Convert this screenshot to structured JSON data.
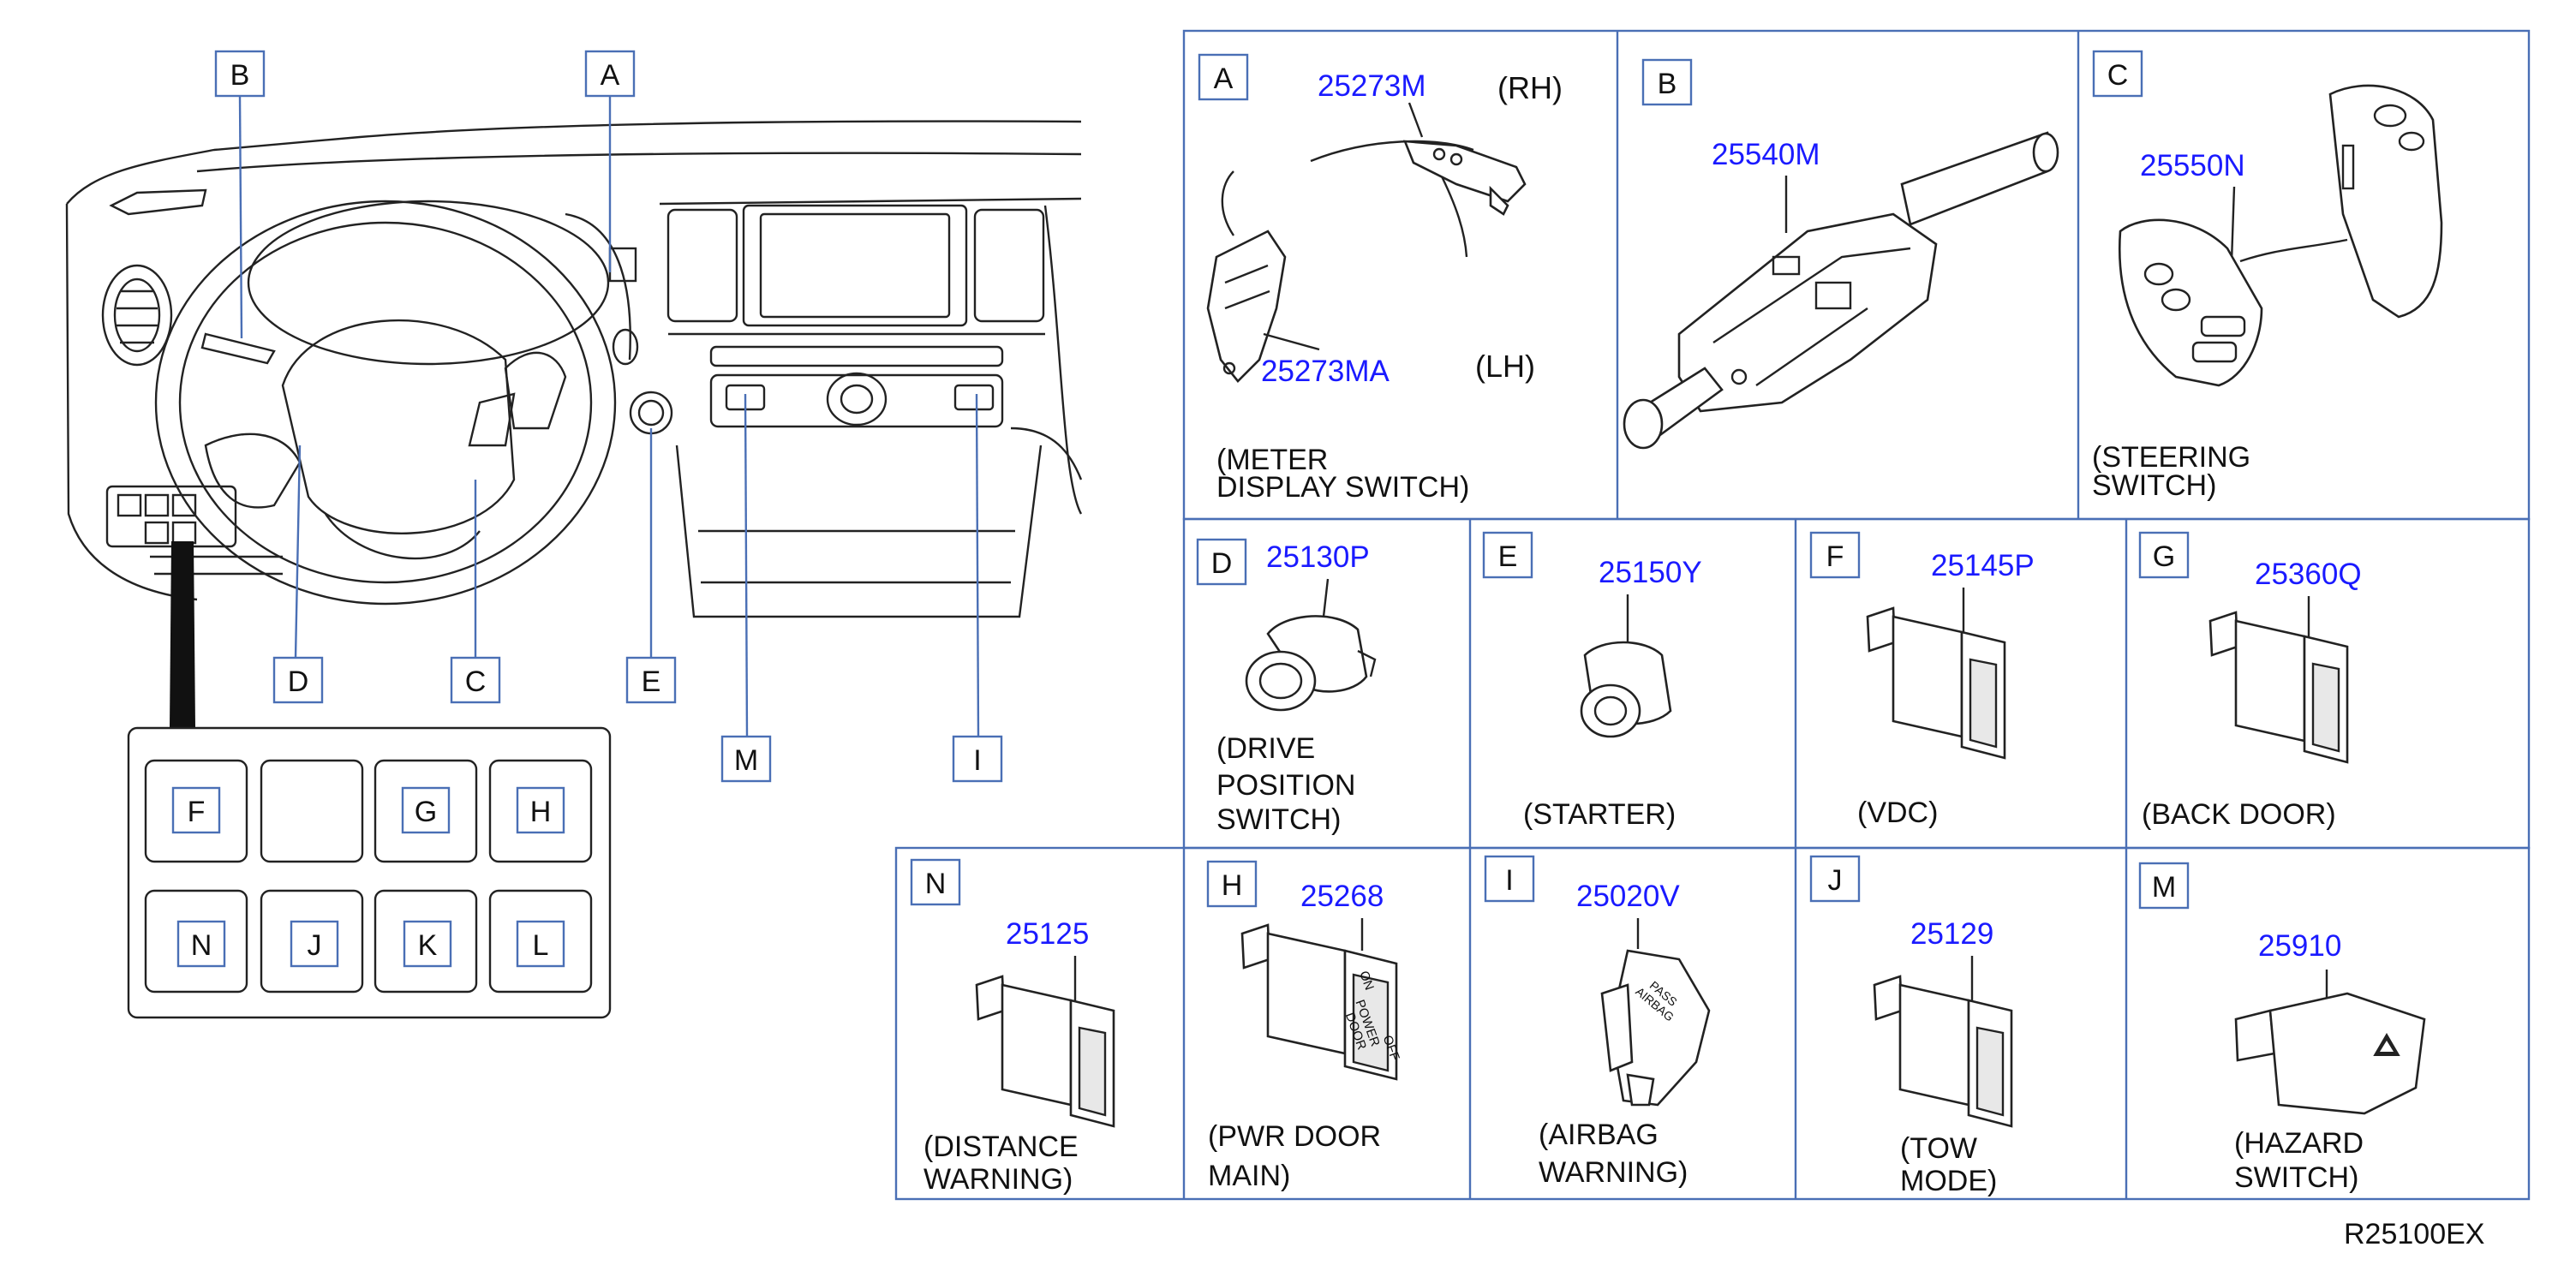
{
  "overview": {
    "callouts": {
      "A": "A",
      "B": "B",
      "C": "C",
      "D": "D",
      "E": "E",
      "M": "M",
      "I": "I"
    },
    "switch_panel": {
      "F": "F",
      "G": "G",
      "H": "H",
      "N": "N",
      "J": "J",
      "K": "K",
      "L": "L"
    }
  },
  "cells": {
    "A": {
      "letter": "A",
      "pn1": "25273M",
      "side1": "(RH)",
      "pn2": "25273MA",
      "side2": "(LH)",
      "cap1": "(METER",
      "cap2": "DISPLAY SWITCH)"
    },
    "B": {
      "letter": "B",
      "pn": "25540M"
    },
    "C": {
      "letter": "C",
      "pn": "25550N",
      "cap1": "(STEERING",
      "cap2": "SWITCH)"
    },
    "D": {
      "letter": "D",
      "pn": "25130P",
      "cap1": "(DRIVE",
      "cap2": "POSITION",
      "cap3": "SWITCH)"
    },
    "E": {
      "letter": "E",
      "pn": "25150Y",
      "cap1": "(STARTER)"
    },
    "F": {
      "letter": "F",
      "pn": "25145P",
      "cap1": "(VDC)"
    },
    "G": {
      "letter": "G",
      "pn": "25360Q",
      "cap1": "(BACK   DOOR)"
    },
    "N": {
      "letter": "N",
      "pn": "25125",
      "cap1": "(DISTANCE",
      "cap2": "WARNING)"
    },
    "H": {
      "letter": "H",
      "pn": "25268",
      "cap1": "(PWR   DOOR",
      "cap2": "MAIN)",
      "face1": "ON",
      "face2": "POWER",
      "face3": "DOOR",
      "face4": "OFF"
    },
    "I": {
      "letter": "I",
      "pn": "25020V",
      "cap1": "(AIRBAG",
      "cap2": "WARNING)",
      "face1": "PASS",
      "face2": "AIRBAG"
    },
    "J": {
      "letter": "J",
      "pn": "25129",
      "cap1": "(TOW",
      "cap2": "MODE)"
    },
    "M": {
      "letter": "M",
      "pn": "25910",
      "cap1": "(HAZARD",
      "cap2": "SWITCH)"
    }
  },
  "diagram_code": "R25100EX"
}
